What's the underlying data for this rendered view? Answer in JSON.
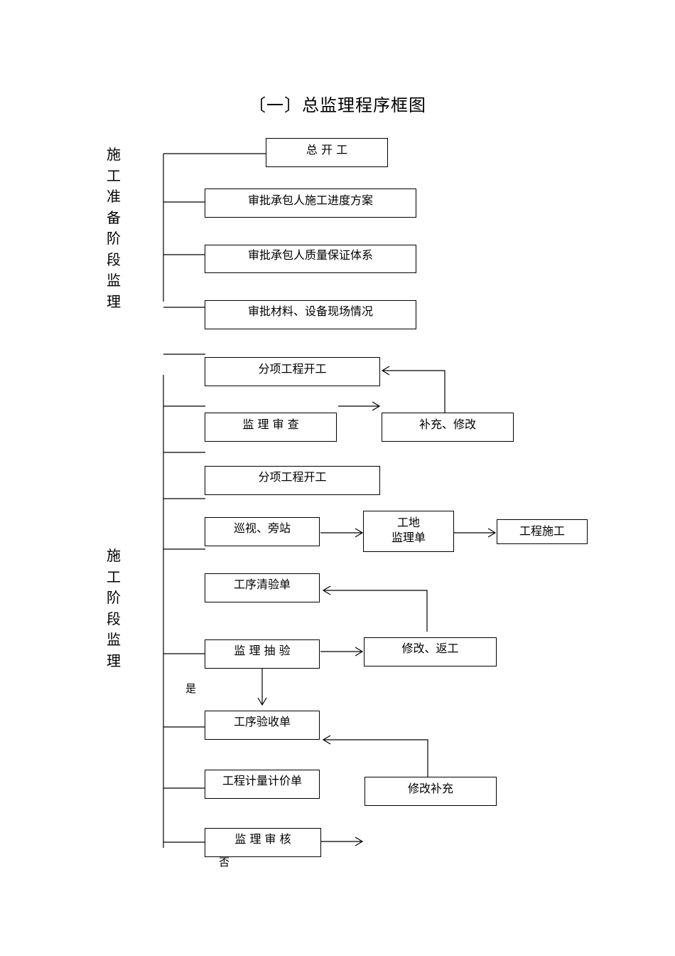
{
  "title": "〔一〕总监理程序框图",
  "stages": {
    "prep": [
      "施",
      "工",
      "准",
      "备",
      "阶",
      "段",
      "监",
      "理"
    ],
    "construction": [
      "施",
      "工",
      "阶",
      "段",
      "监",
      "理"
    ]
  },
  "boxes": {
    "start": "总 开 工",
    "approve_schedule": "审批承包人施工进度方案",
    "approve_quality": "审批承包人质量保证体系",
    "approve_materials": "审批材料、设备现场情况",
    "subitem_start_1": "分项工程开工",
    "supervision_review": "监 理 审 查",
    "supplement_revise": "补充、修改",
    "subitem_start_2": "分项工程开工",
    "patrol": "巡视、旁站",
    "site_order": "工地\n监理单",
    "construction": "工程施工",
    "process_inspection": "工序清验单",
    "spot_check": "监 理 抽 验",
    "revise_rework": "修改、返工",
    "process_acceptance": "工序验收单",
    "measurement": "工程计量计价单",
    "revise_supplement": "修改补充",
    "final_review": "监 理 审 核"
  },
  "labels": {
    "yes": "是",
    "no": "否"
  }
}
